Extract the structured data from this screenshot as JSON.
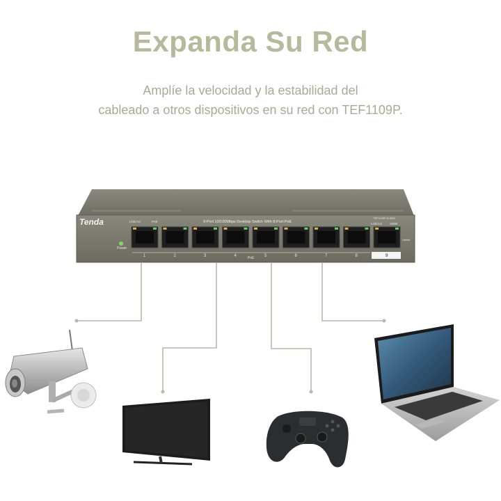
{
  "heading": {
    "title": "Expanda Su Red",
    "line1": "Amplíe la velocidad y la estabilidad del",
    "line2": "cableado a otros dispositivos en su red con TEF1109P."
  },
  "switch": {
    "brand": "Tenda",
    "description": "9-Port 10/100Mbps Desktop Switch With 8-Port PoE",
    "model": "TEF1109P-8-63W",
    "link_act": "Link/Act",
    "poe_label": "PoE",
    "link_act_right": "Link/Act",
    "speed": "100M",
    "uplink": "Uplink",
    "power": "Power",
    "poe_group": "PoE",
    "ports": [
      "1",
      "2",
      "3",
      "4",
      "5",
      "6",
      "7",
      "8",
      "9"
    ]
  },
  "devices": [
    {
      "name": "security-camera"
    },
    {
      "name": "television"
    },
    {
      "name": "game-controller"
    },
    {
      "name": "laptop"
    }
  ],
  "colors": {
    "title": "#b8b89c",
    "switch_body": "#7d7a6f",
    "led_green": "#5cd46a",
    "led_amber": "#d9b44a"
  }
}
